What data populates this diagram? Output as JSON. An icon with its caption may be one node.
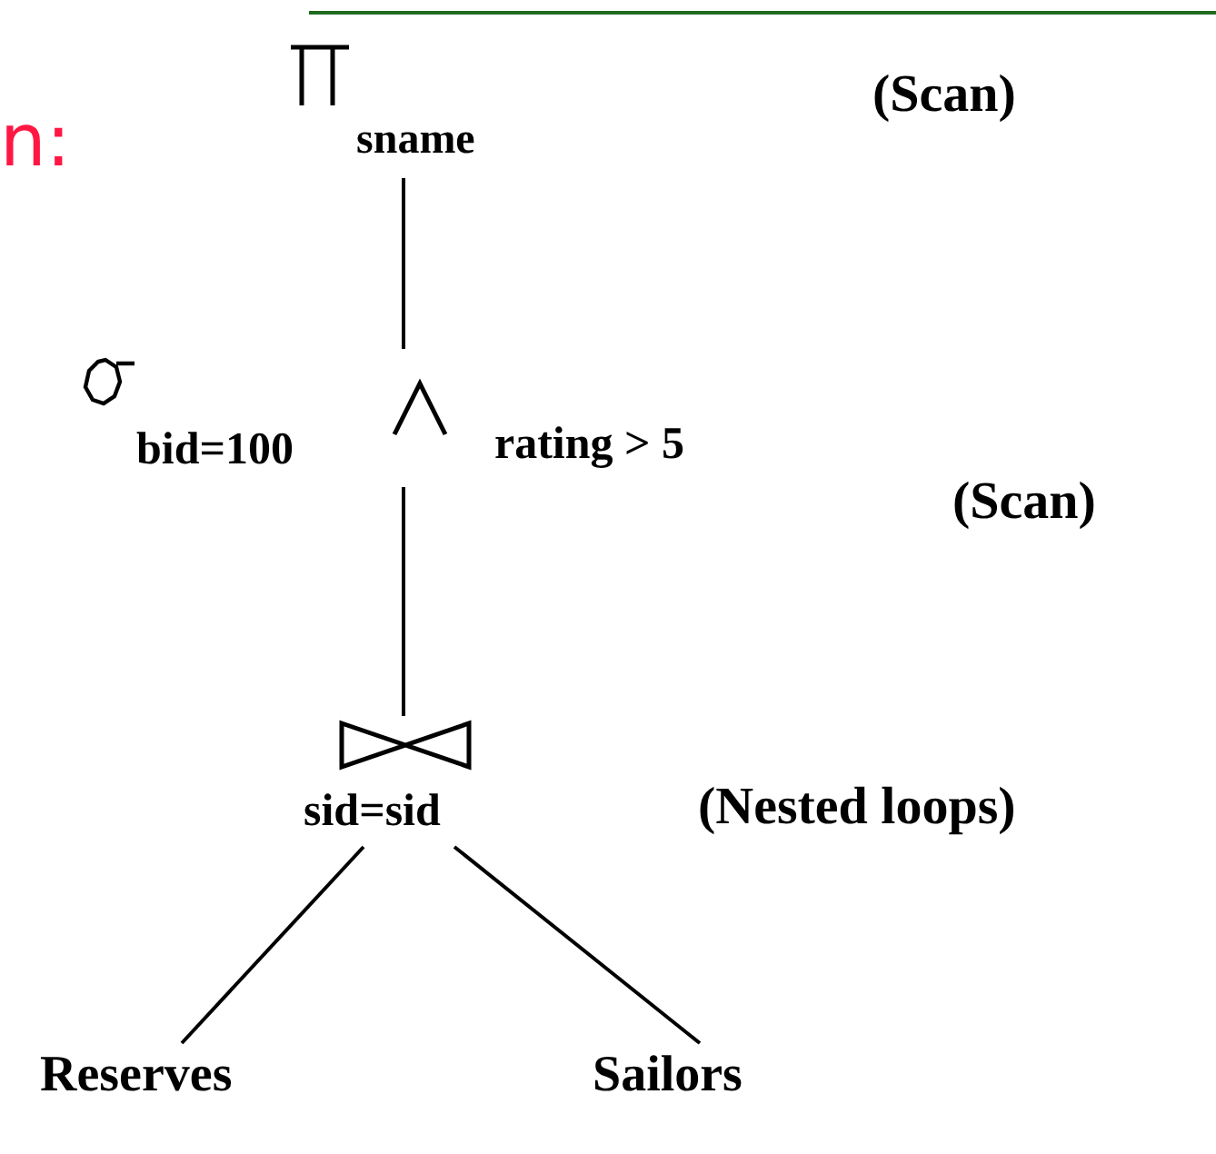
{
  "diagram": {
    "nodes": [
      {
        "text": [
          "sname"
        ]
      },
      {
        "text": [
          "bid=100",
          "rating > 5"
        ]
      },
      {
        "text": [
          "sid=sid"
        ]
      },
      {
        "text": [
          "Reserves"
        ]
      },
      {
        "text": [
          "Sailors"
        ]
      }
    ],
    "edges": [
      {
        "from": 0,
        "to": 1,
        "arrow": "none"
      },
      {
        "from": 1,
        "to": 2,
        "arrow": "none"
      },
      {
        "from": 2,
        "to": 3,
        "arrow": "none"
      },
      {
        "from": 2,
        "to": 4,
        "arrow": "none"
      }
    ],
    "labels": [
      "n:",
      "(Scan)",
      "(Scan)",
      "(Nested loops)"
    ]
  }
}
